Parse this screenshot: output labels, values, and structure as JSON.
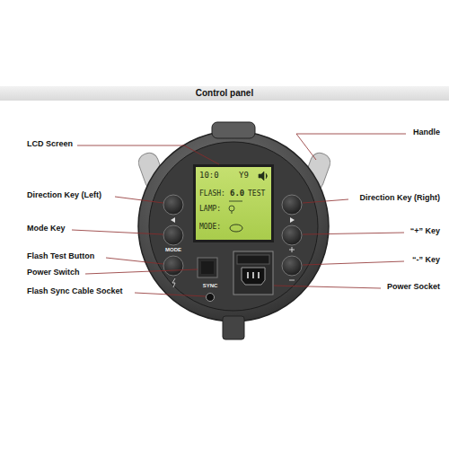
{
  "diagram": {
    "title": "Control panel",
    "labels": [
      "LCD Screen",
      "Direction Key (Left)",
      "Mode Key",
      "Flash Test Button",
      "Power Switch",
      "Flash Sync Cable Socket",
      "Handle",
      "Direction Key (Right)",
      "“+” Key",
      "“-” Key",
      "Power Socket",
      "10:0",
      "Y9",
      "FLASH:",
      "6.0",
      "TEST",
      "LAMP:",
      "MODE:",
      "MODE",
      "SYNC"
    ]
  }
}
